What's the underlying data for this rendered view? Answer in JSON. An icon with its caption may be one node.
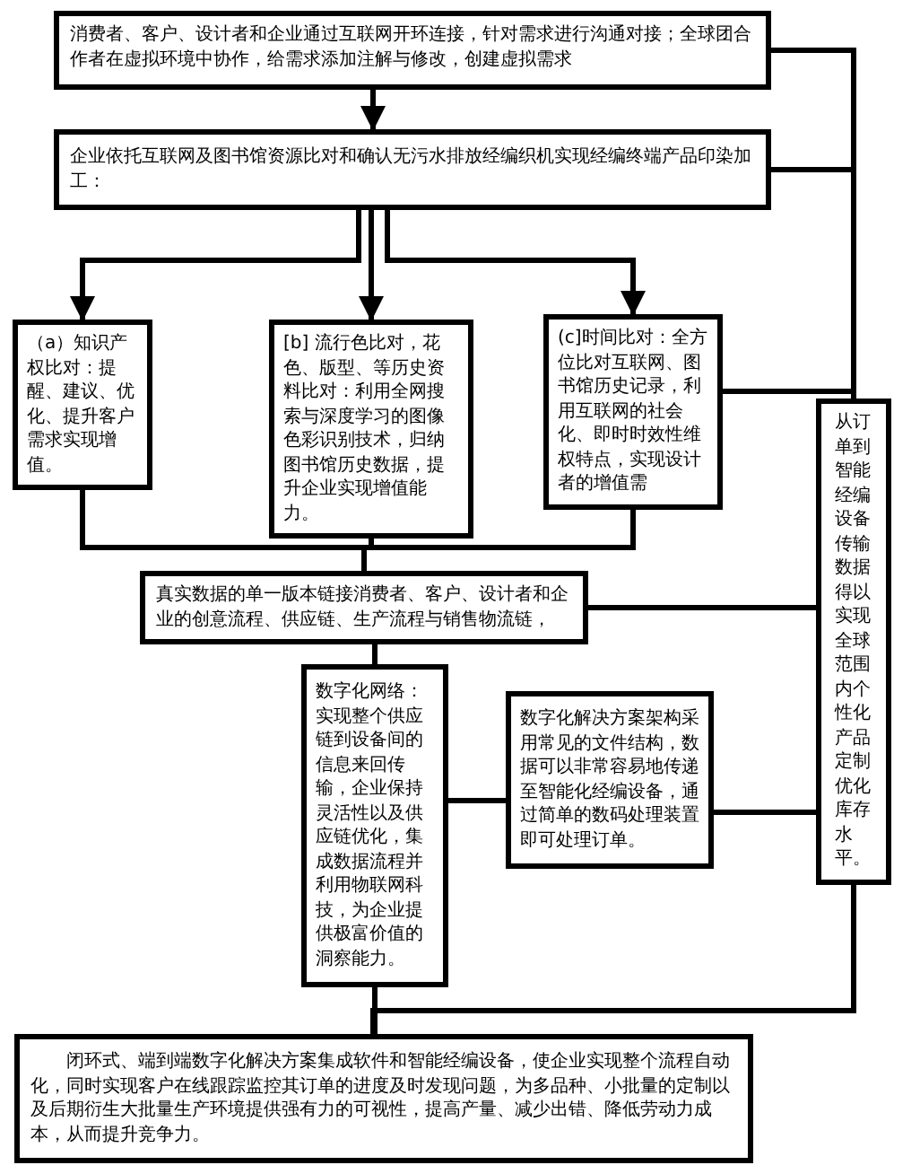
{
  "diagram": {
    "nodes": [
      {
        "text": [
          "消费者、客户、设计者和企业通过互联网开环连接，针对需求进行沟通对接；全球团合作者在虚拟环境中协作，给需求添加注解与修改，创建虚拟需求"
        ]
      },
      {
        "text": [
          "企业依托互联网及图书馆资源比对和确认无污水排放经编织机实现经编终端产品印染加工："
        ]
      },
      {
        "text": [
          "（a）知识产权比对：提醒、建议、优化、提升客户需求实现增值。"
        ]
      },
      {
        "text": [
          "[b] 流行色比对，花色、版型、等历史资料比对：利用全网搜索与深度学习的图像色彩识别技术，归纳图书馆历史数据，提升企业实现增值能力。"
        ]
      },
      {
        "text": [
          "(c]时间比对：全方位比对互联网、图书馆历史记录，利用互联网的社会化、即时时效性维权特点，实现设计者的增值需"
        ]
      },
      {
        "text": [
          "真实数据的单一版本链接消费者、客户、设计者和企业的创意流程、供应链、生产流程与销售物流链，"
        ]
      },
      {
        "text": [
          "数字化网络：实现整个供应链到设备间的信息来回传输，企业保持灵活性以及供应链优化，集成数据流程并利用物联网科技，为企业提供极富价值的洞察能力。"
        ]
      },
      {
        "text": [
          "数字化解决方案架构采用常见的文件结构，数据可以非常容易地传递至智能化经编设备，通过简单的数码处理装置即可处理订单。"
        ]
      },
      {
        "text": [
          "从订单到智能经编设备传输数据得以实现全球范围内个性化产品定制优化库存水平。"
        ]
      },
      {
        "text": [
          "闭环式、端到端数字化解决方案集成软件和智能经编设备，使企业实现整个流程自动化，同时实现客户在线跟踪监控其订单的进度及时发现问题，为多品种、小批量的定制以及后期衍生大批量生产环境提供强有力的可视性，提高产量、减少出错、降低劳动力成本，从而提升竞争力。"
        ]
      }
    ],
    "edges": [
      {
        "from": 0,
        "to": 1,
        "arrow": "to"
      },
      {
        "from": 1,
        "to": 2,
        "arrow": "to"
      },
      {
        "from": 1,
        "to": 3,
        "arrow": "to"
      },
      {
        "from": 1,
        "to": 4,
        "arrow": "to"
      },
      {
        "from": 2,
        "to": 5,
        "arrow": "none"
      },
      {
        "from": 3,
        "to": 5,
        "arrow": "none"
      },
      {
        "from": 4,
        "to": 5,
        "arrow": "none"
      },
      {
        "from": 5,
        "to": 6,
        "arrow": "none"
      },
      {
        "from": 6,
        "to": 7,
        "arrow": "none"
      },
      {
        "from": 7,
        "to": 8,
        "arrow": "none"
      },
      {
        "from": 5,
        "to": 8,
        "arrow": "none"
      },
      {
        "from": 0,
        "to": 8,
        "arrow": "none"
      },
      {
        "from": 1,
        "to": 8,
        "arrow": "none"
      },
      {
        "from": 4,
        "to": 8,
        "arrow": "none"
      },
      {
        "from": 6,
        "to": 9,
        "arrow": "none"
      },
      {
        "from": 8,
        "to": 9,
        "arrow": "none"
      }
    ]
  }
}
